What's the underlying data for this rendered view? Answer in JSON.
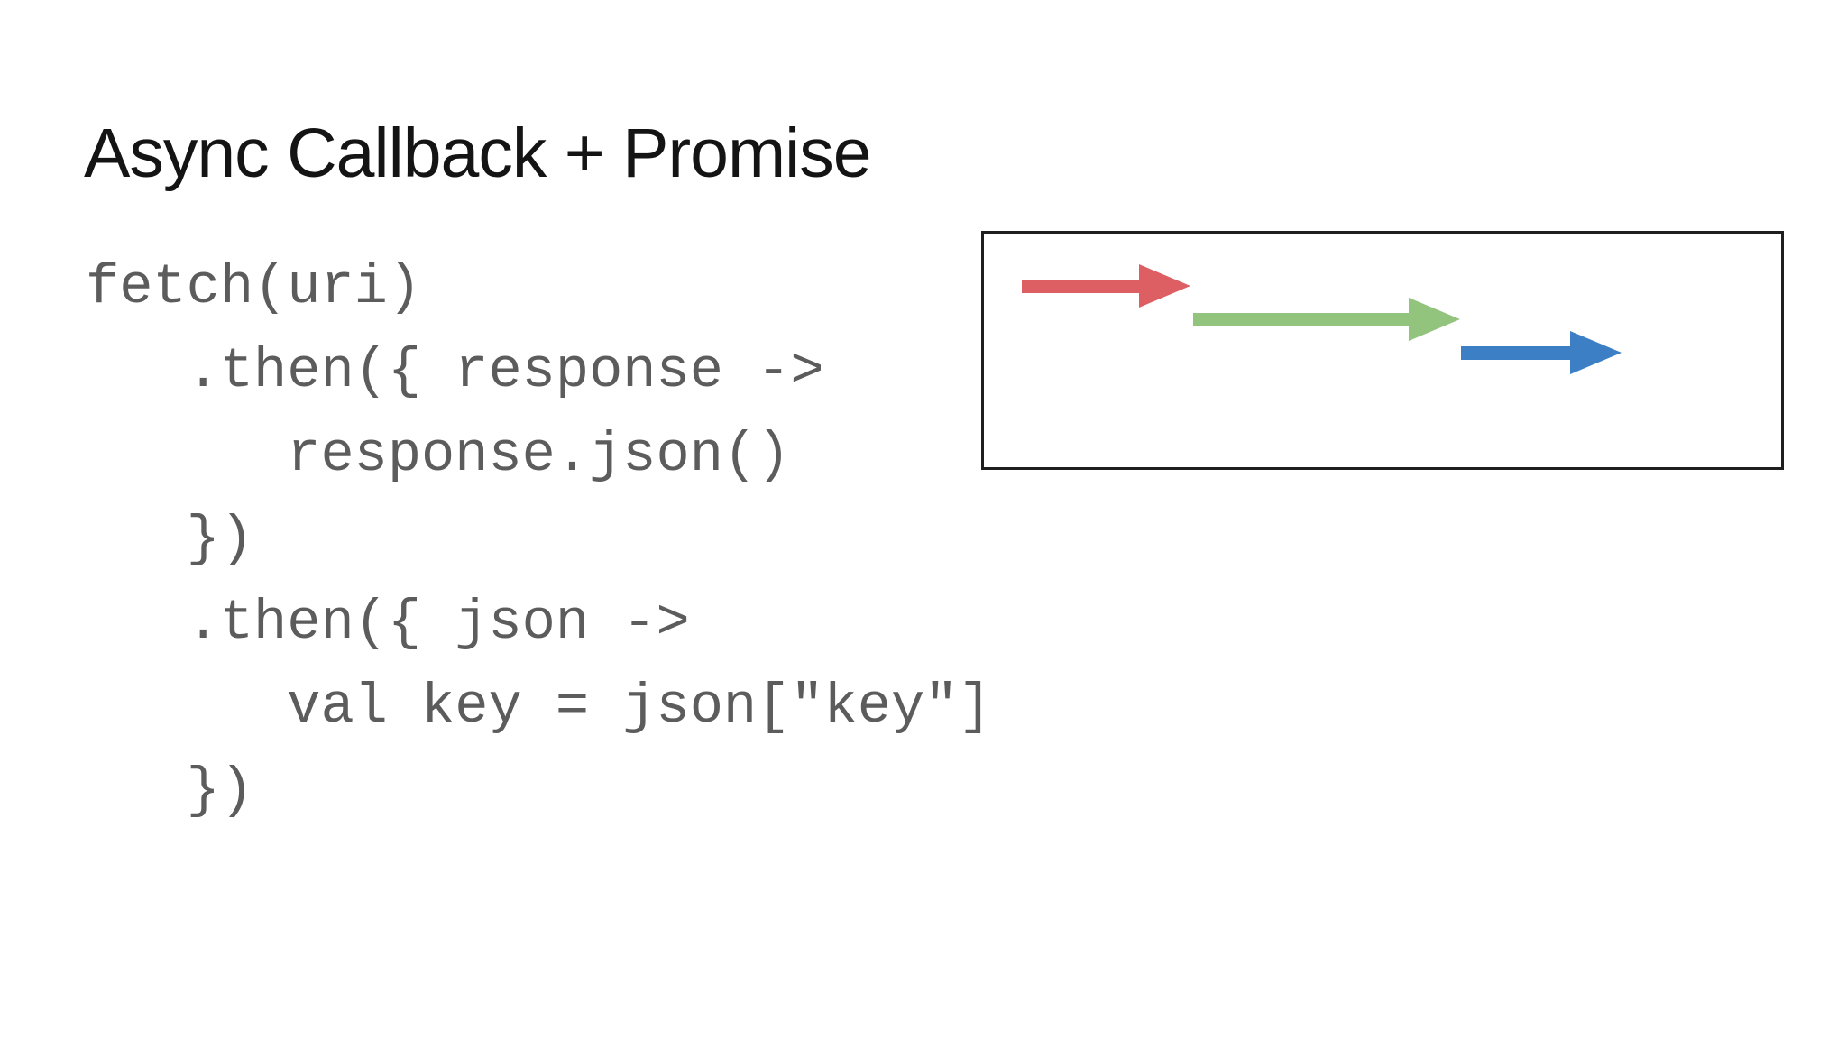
{
  "slide": {
    "title": "Async Callback + Promise",
    "code_lines": [
      "fetch(uri)",
      "   .then({ response ->",
      "      response.json()",
      "   })",
      "   .then({ json ->",
      "      val key = json[\"key\"]",
      "   })"
    ]
  },
  "diagram": {
    "description": "three cascading timeline arrows inside a bordered box",
    "border_color": "#1f1f1f",
    "arrows": [
      {
        "name": "red-arrow",
        "color": "#DD5F63",
        "order": 1
      },
      {
        "name": "green-arrow",
        "color": "#93C47D",
        "order": 2
      },
      {
        "name": "blue-arrow",
        "color": "#3D7FC4",
        "order": 3
      }
    ]
  },
  "colors": {
    "background": "#ffffff",
    "title_text": "#141414",
    "code_text": "#5c5c5c"
  }
}
